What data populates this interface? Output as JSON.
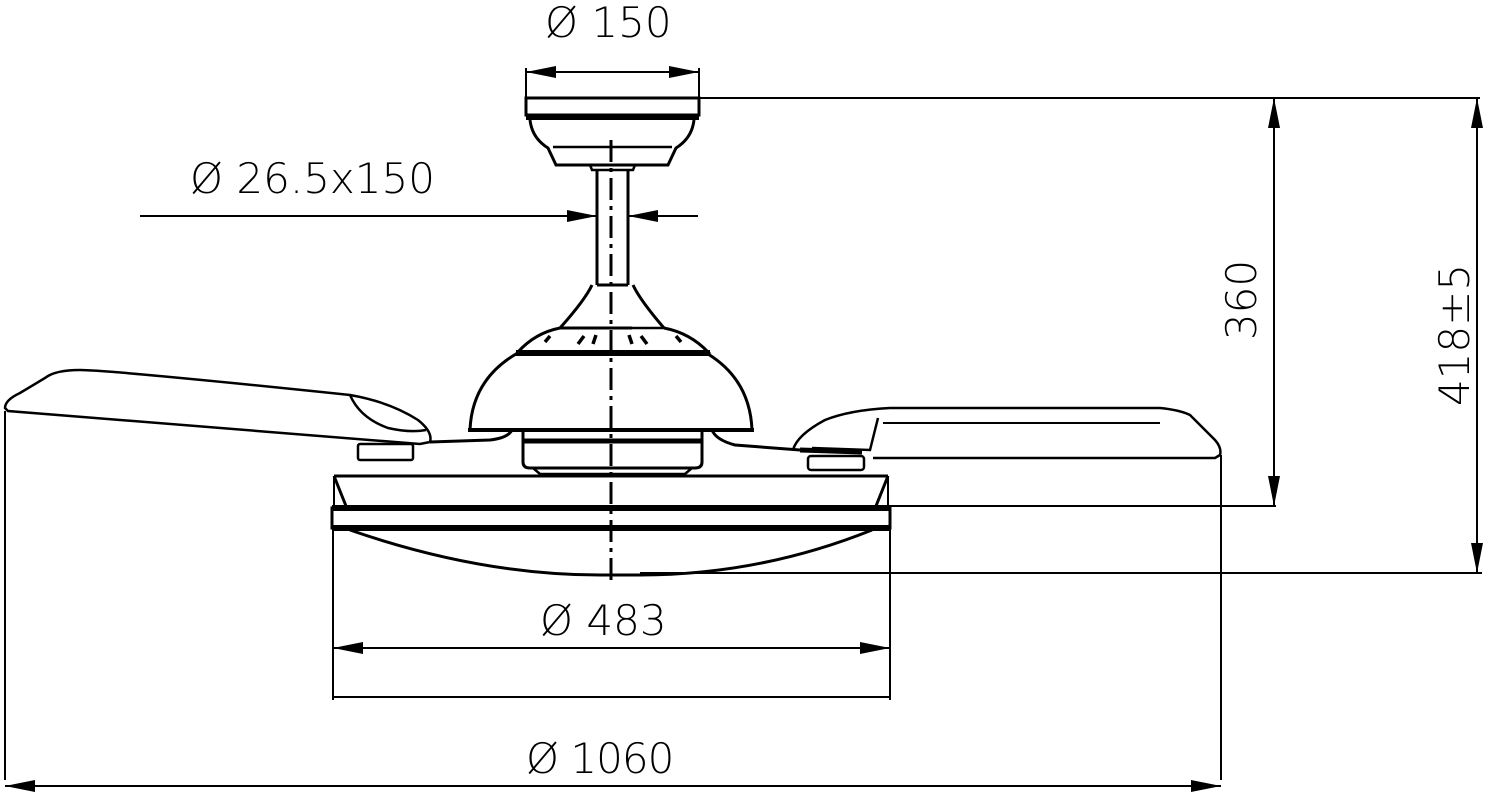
{
  "drawing": {
    "subject": "Ceiling fan dimensional drawing (side view)",
    "line_color": "#000000",
    "background_color": "#ffffff",
    "units": "mm"
  },
  "dimensions": {
    "canopy_diameter": "Ø 150",
    "downrod": "Ø 26.5x150",
    "height_to_light_ring": "360",
    "overall_height": "418±5",
    "light_diameter": "Ø 483",
    "blade_span_diameter": "Ø 1060"
  },
  "parts": [
    "ceiling-canopy",
    "downrod",
    "motor-housing",
    "left-blade",
    "right-blade",
    "light-kit",
    "center-axis"
  ]
}
